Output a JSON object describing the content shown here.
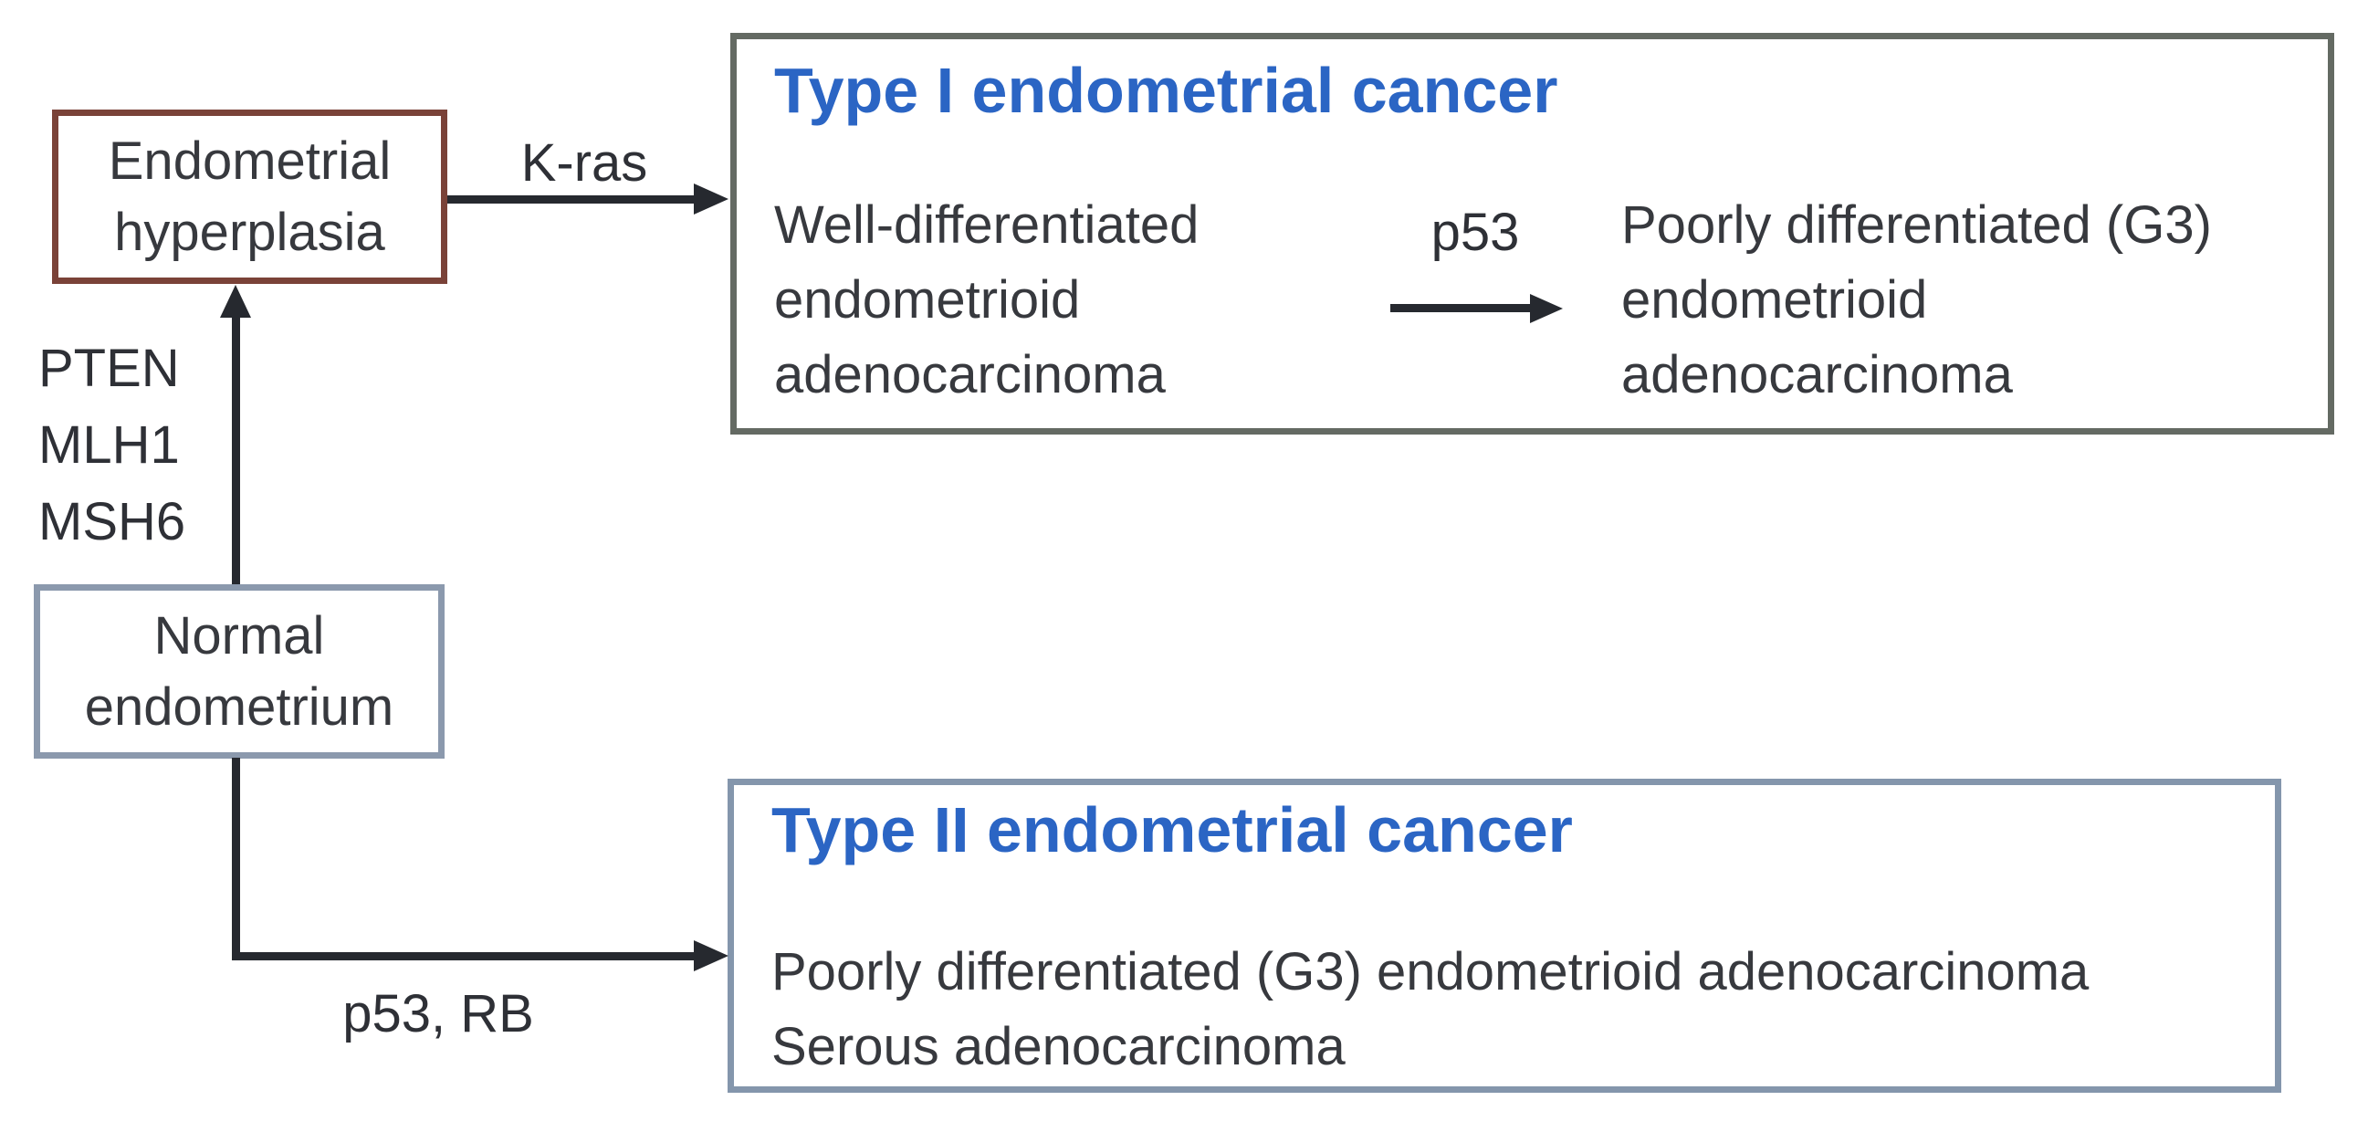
{
  "figure": {
    "kind": "flow-diagram",
    "background": "#ffffff"
  },
  "colors": {
    "title_blue": "#2b65c4",
    "body_text": "#37393e",
    "arrow": "#26292f",
    "hyperplasia_border": "#7a4238",
    "type1_border": "#646a63",
    "normal_border": "#8b99ad",
    "type2_border": "#8496ac"
  },
  "nodes": {
    "hyperplasia": {
      "lines": [
        "Endometrial",
        "hyperplasia"
      ]
    },
    "normal": {
      "lines": [
        "Normal",
        "endometrium"
      ]
    },
    "type1": {
      "title": "Type I endometrial cancer",
      "left_lines": [
        "Well-differentiated",
        "endometrioid",
        "adenocarcinoma"
      ],
      "arrow_label": "p53",
      "right_lines": [
        "Poorly differentiated (G3)",
        "endometrioid",
        "adenocarcinoma"
      ]
    },
    "type2": {
      "title": "Type II endometrial cancer",
      "lines": [
        "Poorly differentiated (G3) endometrioid adenocarcinoma",
        "Serous adenocarcinoma"
      ]
    }
  },
  "edges": {
    "kras_label": "K-ras",
    "gene_labels": [
      "PTEN",
      "MLH1",
      "MSH6"
    ],
    "p53_rb_label": "p53, RB"
  }
}
